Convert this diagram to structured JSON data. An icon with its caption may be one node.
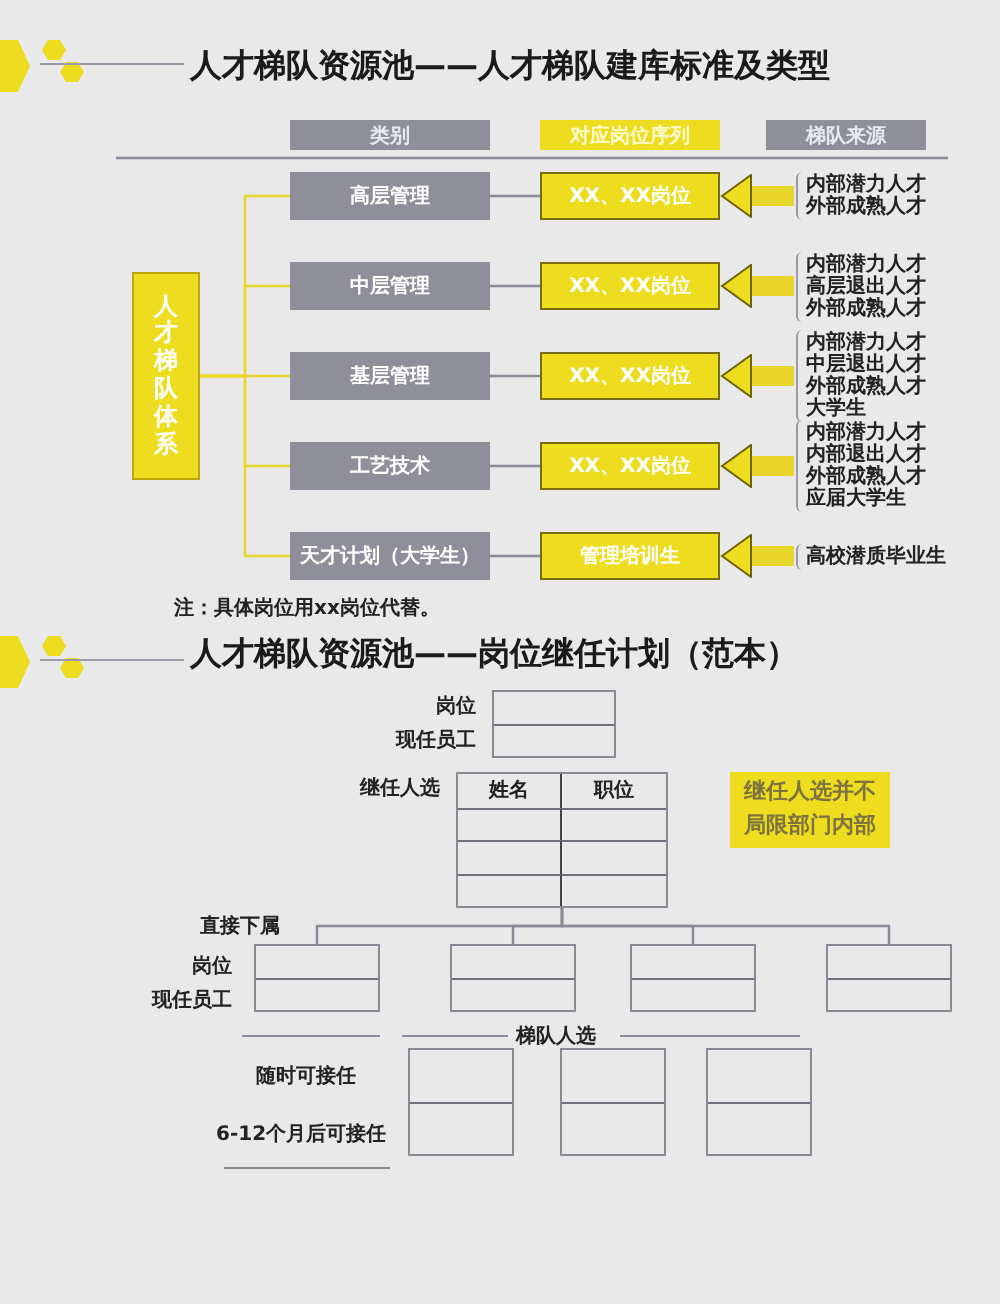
{
  "diagram": {
    "title": "人才梯队资源池——人才梯队建库标准及类型",
    "nodes": [
      {
        "text": [
          "类别"
        ]
      },
      {
        "text": [
          "对应岗位序列"
        ]
      },
      {
        "text": [
          "梯队来源"
        ]
      },
      {
        "text": [
          "人才梯队体系"
        ]
      },
      {
        "text": [
          "高层管理"
        ]
      },
      {
        "text": [
          "中层管理"
        ]
      },
      {
        "text": [
          "基层管理"
        ]
      },
      {
        "text": [
          "工艺技术"
        ]
      },
      {
        "text": [
          "天才计划（大学生）"
        ]
      },
      {
        "text": [
          "XX、XX岗位"
        ]
      },
      {
        "text": [
          "XX、XX岗位"
        ]
      },
      {
        "text": [
          "XX、XX岗位"
        ]
      },
      {
        "text": [
          "XX、XX岗位"
        ]
      },
      {
        "text": [
          "管理培训生"
        ]
      },
      {
        "text": [
          "内部潜力人才",
          "外部成熟人才"
        ]
      },
      {
        "text": [
          "内部潜力人才",
          "高层退出人才",
          "外部成熟人才"
        ]
      },
      {
        "text": [
          "内部潜力人才",
          "中层退出人才",
          "外部成熟人才",
          "大学生"
        ]
      },
      {
        "text": [
          "内部潜力人才",
          "内部退出人才",
          "外部成熟人才",
          "应届大学生"
        ]
      },
      {
        "text": [
          "高校潜质毕业生"
        ]
      },
      {
        "text": [],
        "shape": "box",
        "beside": [
          "岗位",
          "现任员工"
        ]
      },
      {
        "text": [
          "姓名",
          "职位"
        ],
        "beside": [
          "继任人选"
        ]
      },
      {
        "text": [
          "继任人选并不局限部门内部"
        ]
      },
      {
        "text": [],
        "shape": "box"
      },
      {
        "text": [],
        "shape": "box"
      },
      {
        "text": [],
        "shape": "box"
      },
      {
        "text": [],
        "shape": "box"
      },
      {
        "text": [],
        "shape": "box"
      },
      {
        "text": [],
        "shape": "box"
      },
      {
        "text": [],
        "shape": "box"
      }
    ],
    "edges": [
      {
        "from": 3,
        "to": 4,
        "arrow": "none",
        "color": "#e8d62a"
      },
      {
        "from": 3,
        "to": 5,
        "arrow": "none",
        "color": "#e8d62a"
      },
      {
        "from": 3,
        "to": 6,
        "arrow": "none",
        "color": "#e8d62a"
      },
      {
        "from": 3,
        "to": 7,
        "arrow": "none",
        "color": "#e8d62a"
      },
      {
        "from": 3,
        "to": 8,
        "arrow": "none",
        "color": "#e8d62a"
      },
      {
        "from": 4,
        "to": 9,
        "arrow": "none",
        "color": "#8a8a96"
      },
      {
        "from": 5,
        "to": 10,
        "arrow": "none",
        "color": "#8a8a96"
      },
      {
        "from": 6,
        "to": 11,
        "arrow": "none",
        "color": "#8a8a96"
      },
      {
        "from": 7,
        "to": 12,
        "arrow": "none",
        "color": "#8a8a96"
      },
      {
        "from": 8,
        "to": 13,
        "arrow": "none",
        "color": "#8a8a96"
      },
      {
        "from": 14,
        "to": 9,
        "arrow": "to",
        "style": "thick",
        "color": "#e8d62a"
      },
      {
        "from": 15,
        "to": 10,
        "arrow": "to",
        "style": "thick",
        "color": "#e8d62a"
      },
      {
        "from": 16,
        "to": 11,
        "arrow": "to",
        "style": "thick",
        "color": "#e8d62a"
      },
      {
        "from": 17,
        "to": 12,
        "arrow": "to",
        "style": "thick",
        "color": "#e8d62a"
      },
      {
        "from": 18,
        "to": 13,
        "arrow": "to",
        "style": "thick",
        "color": "#e8d62a"
      },
      {
        "from": 20,
        "to": 22,
        "arrow": "none",
        "color": "#8a8a96"
      },
      {
        "from": 20,
        "to": 23,
        "arrow": "none",
        "color": "#8a8a96"
      },
      {
        "from": 20,
        "to": 24,
        "arrow": "none",
        "color": "#8a8a96"
      },
      {
        "from": 20,
        "to": 25,
        "arrow": "none",
        "color": "#8a8a96"
      }
    ],
    "labels": [
      "注：具体岗位用xx岗位代替。",
      "人才梯队资源池——岗位继任计划（范本）",
      "直接下属",
      "岗位",
      "现任员工",
      "梯队人选",
      "随时可接任",
      "6-12个月后可接任"
    ]
  }
}
